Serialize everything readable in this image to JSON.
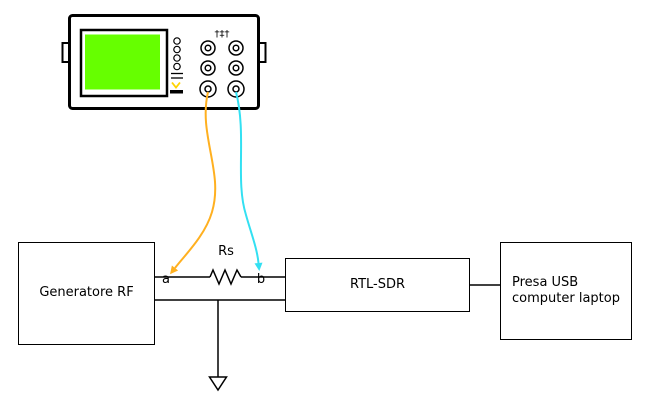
{
  "colors": {
    "outline": "#000000",
    "screen_green": "#66ff00",
    "cable_a_orange": "#ffb020",
    "cable_b_cyan": "#33e0f2",
    "accent_yellow": "#ffd400"
  },
  "oscilloscope": {
    "panel_marking": "†‡†"
  },
  "circuit": {
    "node_a": "a",
    "node_b": "b",
    "resistor_label": "Rs"
  },
  "boxes": {
    "generator": {
      "label": "Generatore RF"
    },
    "rtlsdr": {
      "label": "RTL-SDR"
    },
    "usb": {
      "line1": "Presa USB",
      "line2": "computer laptop"
    }
  }
}
